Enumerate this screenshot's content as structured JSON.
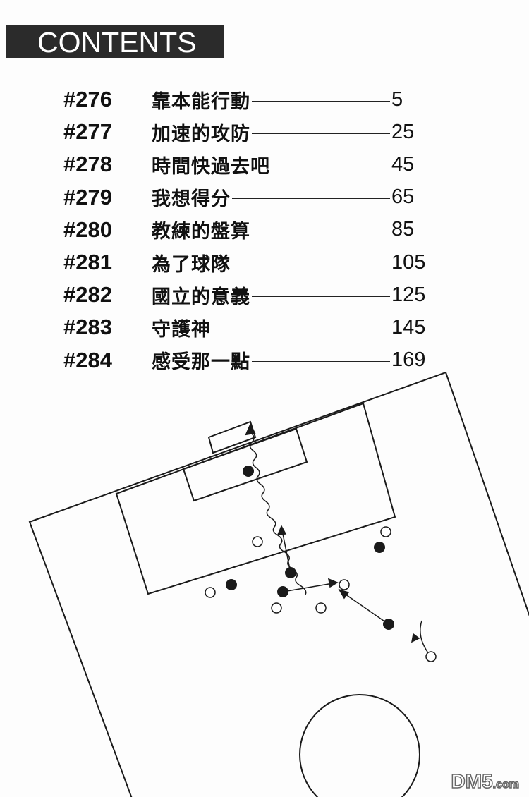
{
  "header": {
    "title": "CONTENTS"
  },
  "chapters": [
    {
      "number": "#276",
      "title": "靠本能行動",
      "page": "5"
    },
    {
      "number": "#277",
      "title": "加速的攻防",
      "page": "25"
    },
    {
      "number": "#278",
      "title": "時間快過去吧",
      "page": "45"
    },
    {
      "number": "#279",
      "title": "我想得分",
      "page": "65"
    },
    {
      "number": "#280",
      "title": "教練的盤算",
      "page": "85"
    },
    {
      "number": "#281",
      "title": "為了球隊",
      "page": "105"
    },
    {
      "number": "#282",
      "title": "國立的意義",
      "page": "125"
    },
    {
      "number": "#283",
      "title": "守護神",
      "page": "145"
    },
    {
      "number": "#284",
      "title": "感受那一點",
      "page": "169"
    }
  ],
  "watermark": {
    "main": "DM5",
    "suffix": ".com"
  }
}
